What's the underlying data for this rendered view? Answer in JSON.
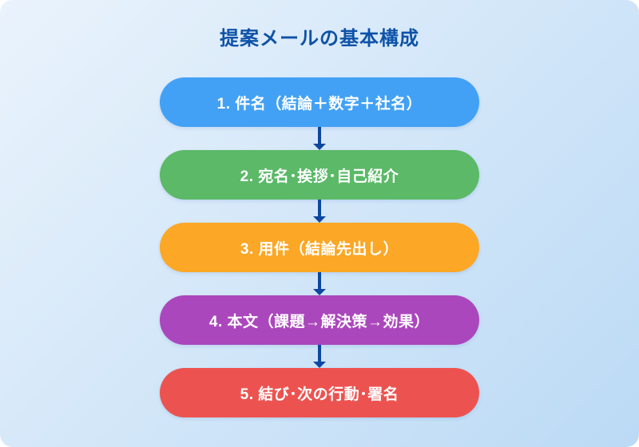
{
  "title": "提案メールの基本構成",
  "colors": {
    "background_start": "#EAF3FC",
    "background_end": "#BBDAF5",
    "title_text": "#0D52A8",
    "arrow": "#0D47A1",
    "step_text": "#FFFFFF"
  },
  "steps": [
    {
      "label": "1. 件名（結論＋数字＋社名）",
      "color": "#42A1F5"
    },
    {
      "label": "2. 宛名･挨拶･自己紹介",
      "color": "#5BB968"
    },
    {
      "label": "3. 用件（結論先出し）",
      "color": "#FCA726"
    },
    {
      "label": "4. 本文（課題→解決策→効果）",
      "color": "#AB47BC"
    },
    {
      "label": "5. 結び･次の行動･署名",
      "color": "#EC5350"
    }
  ]
}
